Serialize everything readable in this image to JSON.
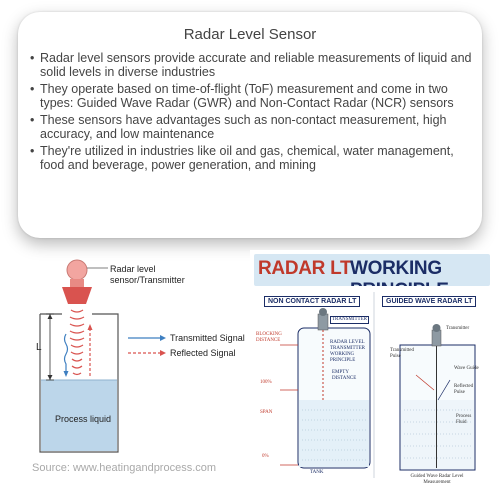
{
  "title": "Radar Level Sensor",
  "bullets": [
    "Radar level sensors provide accurate and reliable measurements of liquid and solid levels in diverse industries",
    "They operate based on time-of-flight (ToF) measurement and come in two types: Guided Wave Radar (GWR) and Non-Contact Radar (NCR) sensors",
    "These sensors have advantages such as non-contact measurement, high accuracy, and low maintenance",
    "They're utilized in industries like oil and gas, chemical, water management, food and beverage, power generation, and mining"
  ],
  "left_diagram": {
    "sensor_label": "Radar level sensor/Transmitter",
    "level_label": "L",
    "transmitted": "Transmitted Signal",
    "reflected": "Reflected Signal",
    "liquid": "Process liquid",
    "colors": {
      "liquid": "#bcd6ea",
      "sensor_head": "#f2a5a0",
      "sensor_base": "#d9534f",
      "signal_blue": "#3e7fc1",
      "signal_red": "#d9534f"
    }
  },
  "right_diagram": {
    "banner_part1": "RADAR LT",
    "banner_part2": "WORKING PRINCIPLE",
    "left_header": "NON CONTACT RADAR LT",
    "right_header": "GUIDED WAVE RADAR LT",
    "transmitter": "TRANSMITTER",
    "blocking_distance": "BLOCKING DISTANCE",
    "pct_100": "100%",
    "span": "SPAN",
    "pct_0": "0%",
    "empty_distance": "EMPTY DISTANCE",
    "center_text": "RADAR LEVEL TRANSMITTER WORKING PRINCIPLE",
    "tank": "TANK",
    "gw_transmitter": "Transmitter",
    "transmitted_pulse": "Transmitted Pulse",
    "wave_guide": "Wave Guide",
    "reflected_pulse": "Reflected Pulse",
    "process_fluid": "Process Fluid",
    "caption": "Guided Wave Radar Level Measurement",
    "colors": {
      "banner_bg": "#d6e7f3",
      "banner_red": "#c0392b",
      "banner_navy": "#1b2d66",
      "fluid": "#e4f0f8"
    }
  },
  "source": "Source: www.heatingandprocess.com"
}
